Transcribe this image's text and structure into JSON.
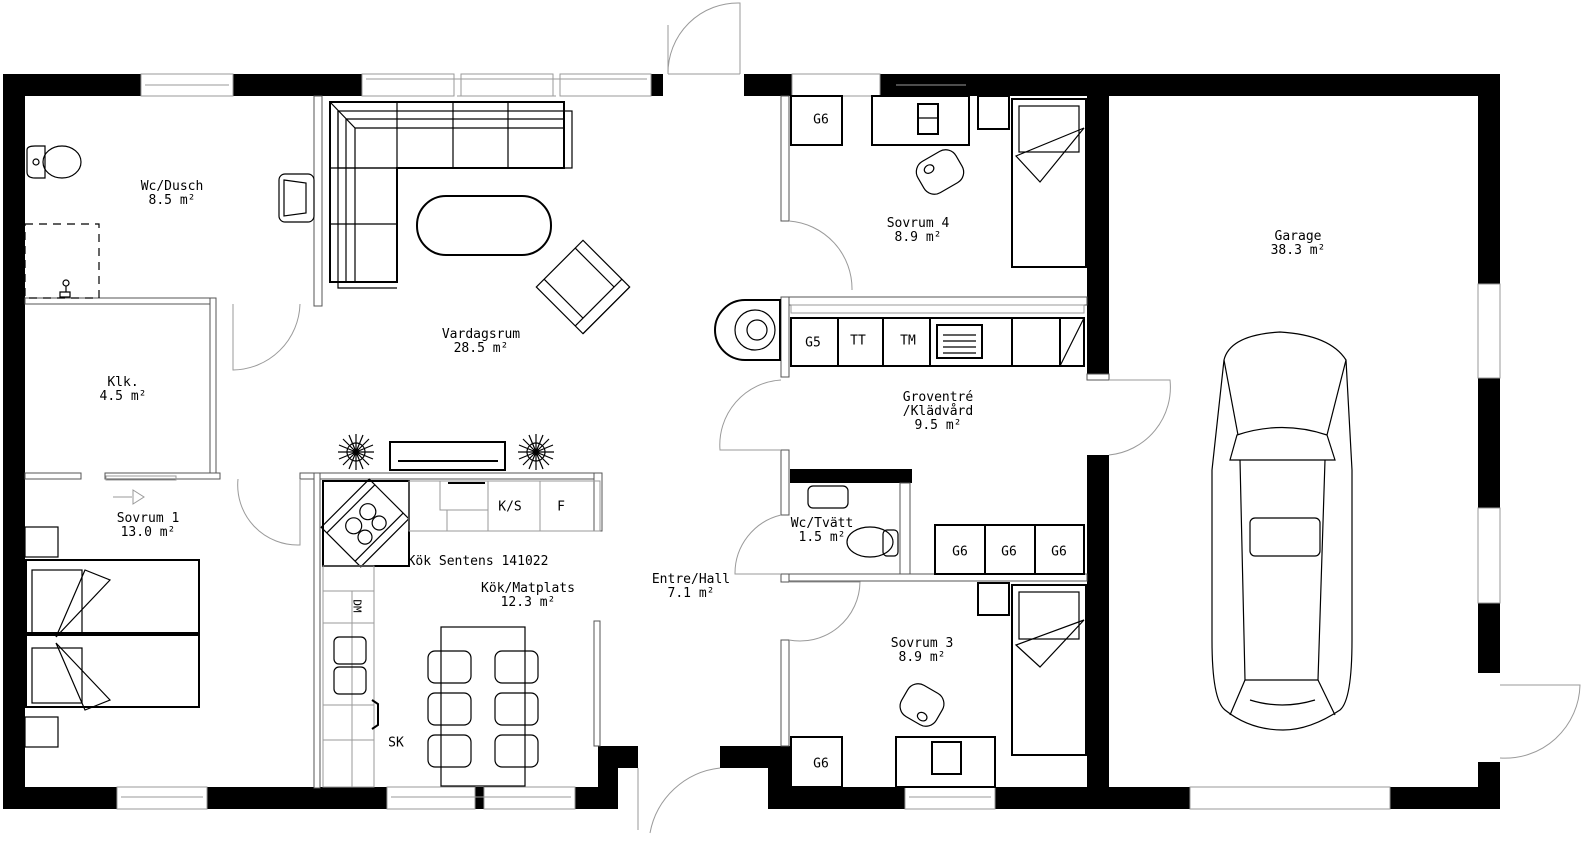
{
  "plan": {
    "kitchen_model": "Kök Sentens 141022",
    "area_unit": "m²"
  },
  "rooms": {
    "wc_dusch": {
      "name": "Wc/Dusch",
      "area": "8.5 m²"
    },
    "vardagsrum": {
      "name": "Vardagsrum",
      "area": "28.5 m²"
    },
    "sovrum4": {
      "name": "Sovrum 4",
      "area": "8.9 m²"
    },
    "garage": {
      "name": "Garage",
      "area": "38.3 m²"
    },
    "klk": {
      "name": "Klk.",
      "area": "4.5 m²"
    },
    "groventre": {
      "name": "Groventré",
      "name2": "/Klädvård",
      "area": "9.5 m²"
    },
    "sovrum1": {
      "name": "Sovrum 1",
      "area": "13.0 m²"
    },
    "wc_tvatt": {
      "name": "Wc/Tvätt",
      "area": "1.5 m²"
    },
    "kok": {
      "name": "Kök/Matplats",
      "area": "12.3 m²"
    },
    "entre": {
      "name": "Entre/Hall",
      "area": "7.1 m²"
    },
    "sovrum3": {
      "name": "Sovrum 3",
      "area": "8.9 m²"
    }
  },
  "fixtures": {
    "g6_sovrum4": "G6",
    "g5": "G5",
    "tt": "TT",
    "tm": "TM",
    "g6_a": "G6",
    "g6_b": "G6",
    "g6_c": "G6",
    "g6_sovrum3": "G6",
    "ks": "K/S",
    "f": "F",
    "dm": "DM",
    "sk": "SK"
  }
}
